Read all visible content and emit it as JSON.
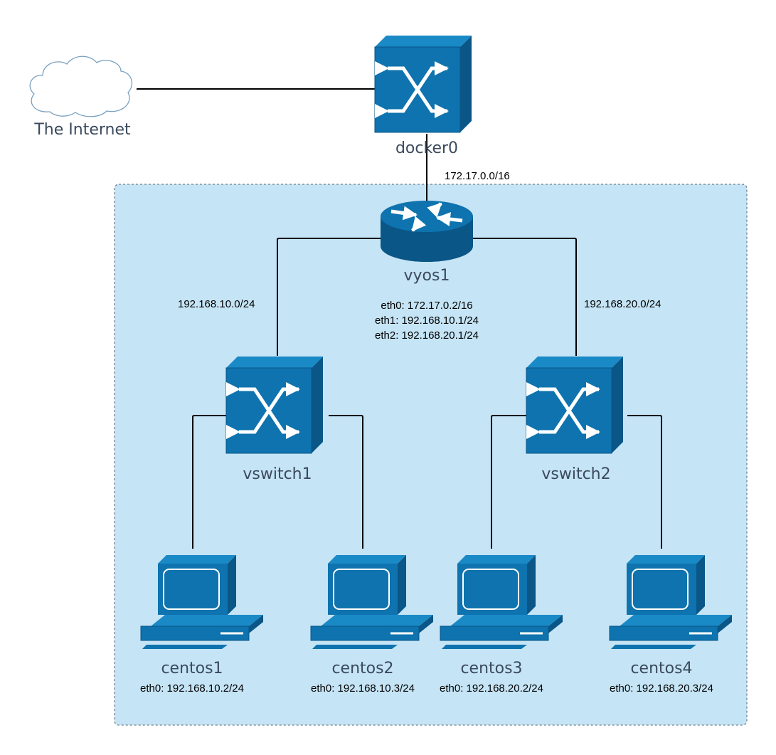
{
  "internet": {
    "label": "The Internet"
  },
  "docker0": {
    "label": "docker0",
    "subnet": "172.17.0.0/16"
  },
  "router": {
    "label": "vyos1",
    "interfaces": [
      "eth0: 172.17.0.2/16",
      "eth1: 192.168.10.1/24",
      "eth2: 192.168.20.1/24"
    ]
  },
  "links": {
    "left_subnet": "192.168.10.0/24",
    "right_subnet": "192.168.20.0/24"
  },
  "switches": [
    {
      "label": "vswitch1"
    },
    {
      "label": "vswitch2"
    }
  ],
  "hosts": [
    {
      "label": "centos1",
      "ip": "eth0: 192.168.10.2/24"
    },
    {
      "label": "centos2",
      "ip": "eth0: 192.168.10.3/24"
    },
    {
      "label": "centos3",
      "ip": "eth0: 192.168.20.2/24"
    },
    {
      "label": "centos4",
      "ip": "eth0: 192.168.20.3/24"
    }
  ],
  "colors": {
    "device_blue": "#0e73ae",
    "device_dark": "#0a5687",
    "device_light": "#1a8ac7",
    "zone_fill": "#c5e4f5",
    "zone_border": "#6f7f8c",
    "cloud_stroke": "#7aa0bf",
    "label_gray": "#3b4a5c"
  }
}
